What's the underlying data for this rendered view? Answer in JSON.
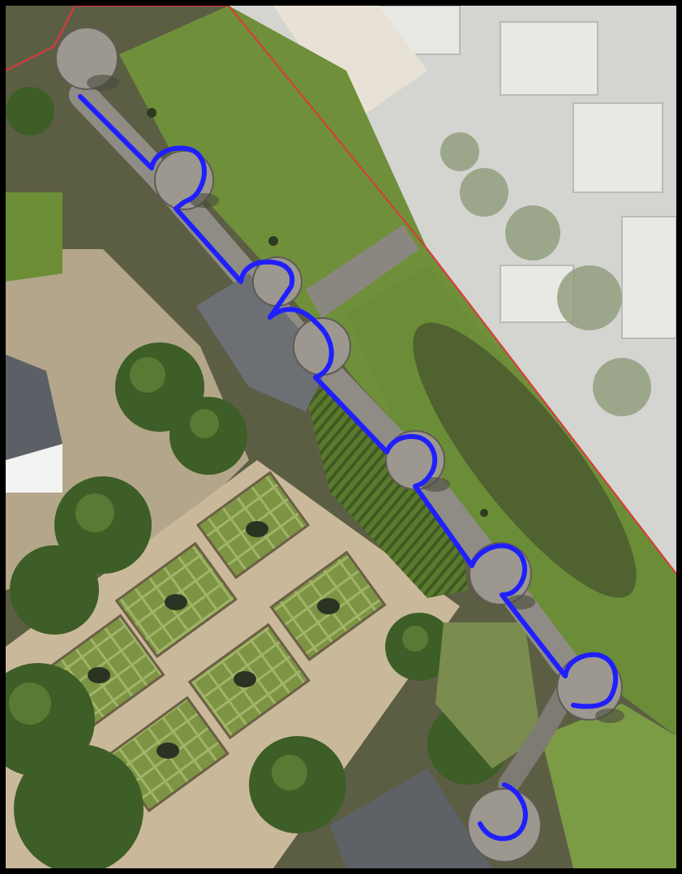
{
  "map": {
    "colors": {
      "wall_route": "#1f1fff",
      "boundary": "#e0363a",
      "lawn": "#6f8f3a",
      "lawn_light": "#8aa64a",
      "gravel": "#b7a88c",
      "path": "#cbbfa6",
      "tree": "#3d5e26",
      "tree_dark": "#2a4519",
      "stone": "#8e8c85",
      "roof": "#5c6066",
      "urban": "#d9dad6"
    },
    "layers": [
      "aerial-imagery",
      "castle-wall-route",
      "boundary-line"
    ]
  }
}
